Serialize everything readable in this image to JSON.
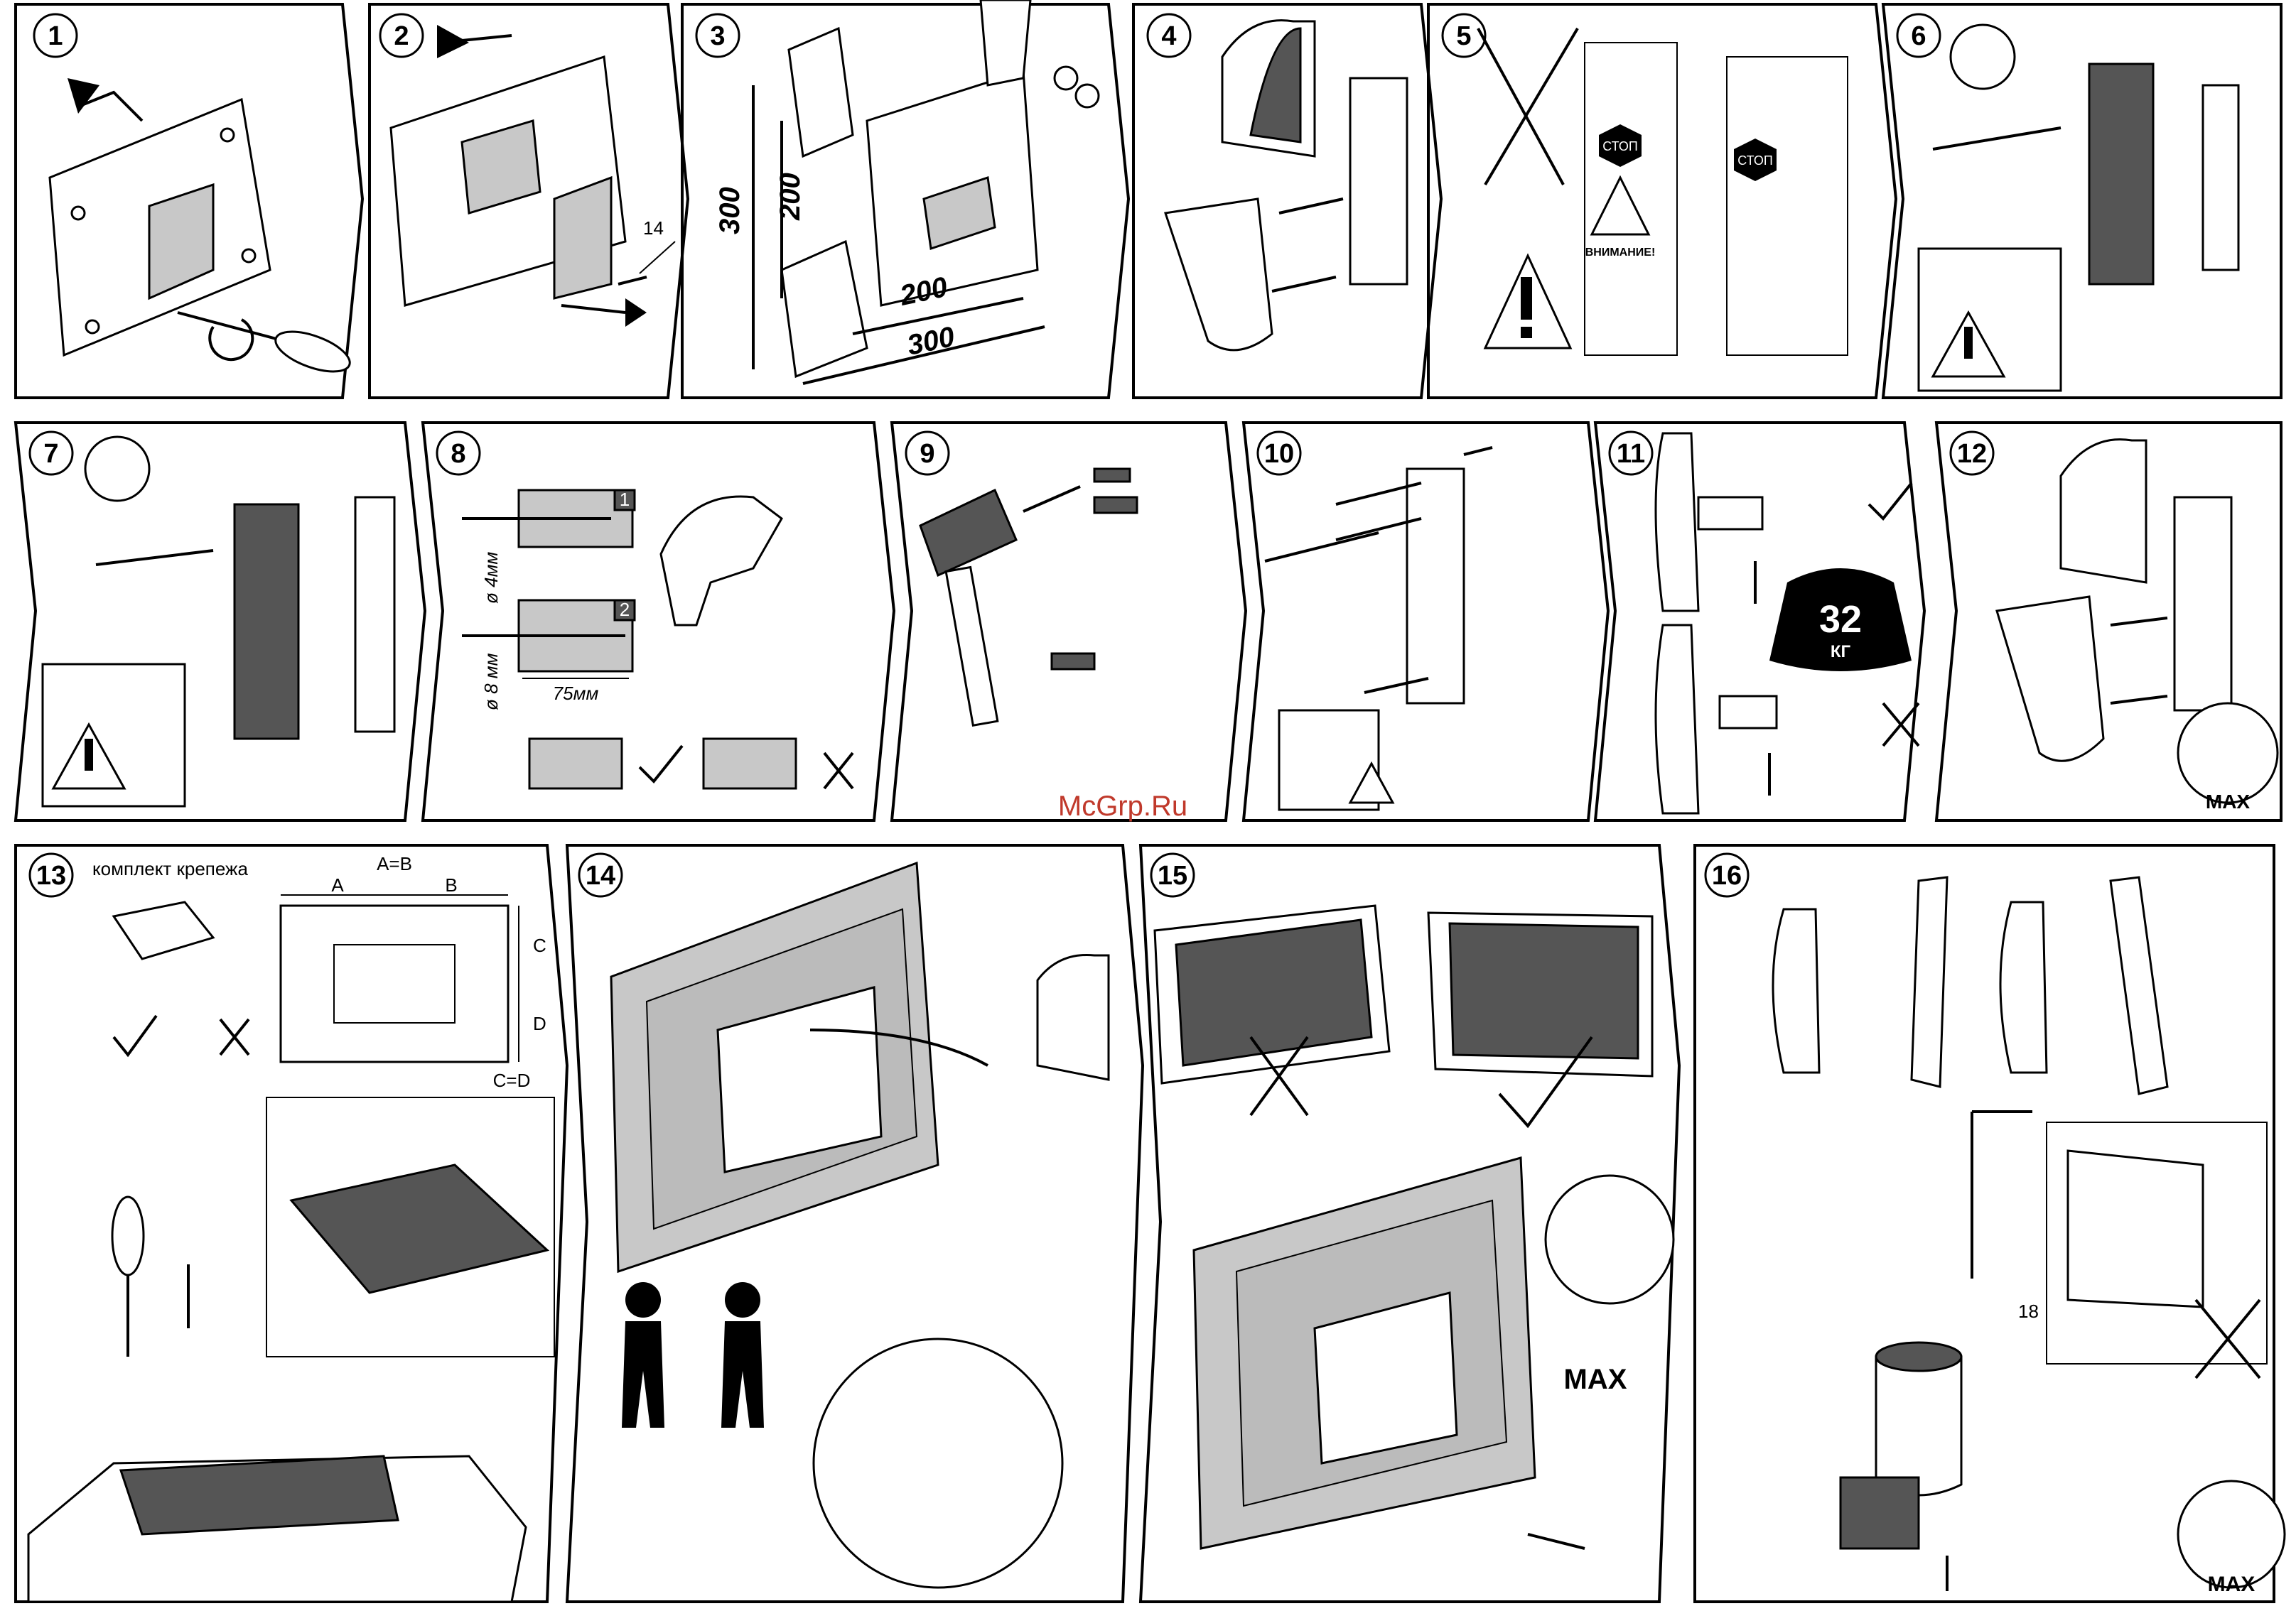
{
  "steps": [
    {
      "n": "1"
    },
    {
      "n": "2"
    },
    {
      "n": "3"
    },
    {
      "n": "4"
    },
    {
      "n": "5"
    },
    {
      "n": "6"
    },
    {
      "n": "7"
    },
    {
      "n": "8"
    },
    {
      "n": "9"
    },
    {
      "n": "10"
    },
    {
      "n": "11"
    },
    {
      "n": "12"
    },
    {
      "n": "13"
    },
    {
      "n": "14"
    },
    {
      "n": "15"
    },
    {
      "n": "16"
    }
  ],
  "labels": {
    "step2_part": "14",
    "step3_dim_v300": "300",
    "step3_dim_v200": "200",
    "step3_dim_h200": "200",
    "step3_dim_h300": "300",
    "stop1": "СТОП",
    "stop2": "СТОП",
    "attention": "ВНИМАНИЕ!",
    "step8_hole1": "1",
    "step8_hole2": "2",
    "step8_d4": "ø 4мм",
    "step8_d8": "ø 8 мм",
    "step8_depth": "75мм",
    "step11_weight": "32",
    "step11_unit": "КГ",
    "step12_max": "MAX",
    "step13_kit": "комплект крепежа",
    "step13_ab": "A=B",
    "step13_a": "A",
    "step13_b": "B",
    "step13_c": "C",
    "step13_d": "D",
    "step13_cd": "C=D",
    "step15_max": "MAX",
    "step16_part": "18",
    "step16_max": "MAX",
    "watermark": "McGrp.Ru"
  },
  "colors": {
    "ink": "#000000",
    "panel_grey": "#c8c8c8",
    "dark_grey": "#555555",
    "watermark_red": "#c0392b"
  }
}
